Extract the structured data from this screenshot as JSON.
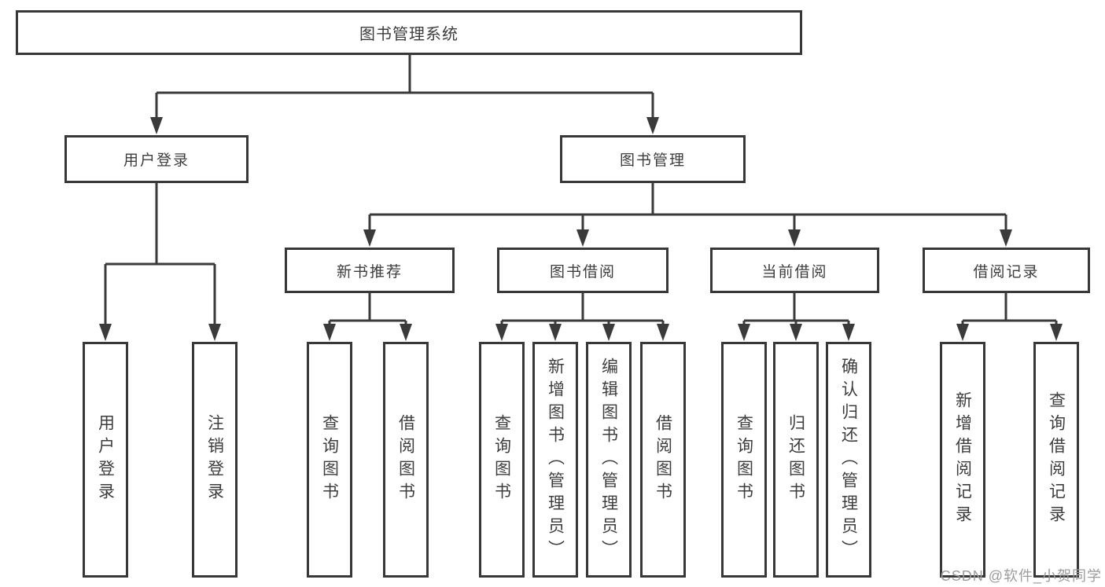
{
  "diagram": {
    "title": "图书管理系统",
    "root": {
      "label": "图书管理系统"
    },
    "level2": [
      {
        "id": "user-login",
        "label": "用户登录"
      },
      {
        "id": "book-management",
        "label": "图书管理"
      }
    ],
    "level3": [
      {
        "id": "new-book-recommend",
        "label": "新书推荐",
        "parent": "图书管理"
      },
      {
        "id": "book-borrowing",
        "label": "图书借阅",
        "parent": "图书管理"
      },
      {
        "id": "current-borrowing",
        "label": "当前借阅",
        "parent": "图书管理"
      },
      {
        "id": "borrowing-records",
        "label": "借阅记录",
        "parent": "图书管理"
      }
    ],
    "leaves": [
      {
        "id": "leaf-user-login",
        "label": "用户登录",
        "parent": "用户登录"
      },
      {
        "id": "leaf-logout",
        "label": "注销登录",
        "parent": "用户登录"
      },
      {
        "id": "leaf-query-book-recommend",
        "label": "查询图书",
        "parent": "新书推荐"
      },
      {
        "id": "leaf-borrow-book-recommend",
        "label": "借阅图书",
        "parent": "新书推荐"
      },
      {
        "id": "leaf-query-book-borrowing",
        "label": "查询图书",
        "parent": "图书借阅"
      },
      {
        "id": "leaf-add-book-admin",
        "label": "新增图书（管理员）",
        "parent": "图书借阅"
      },
      {
        "id": "leaf-edit-book-admin",
        "label": "编辑图书（管理员）",
        "parent": "图书借阅"
      },
      {
        "id": "leaf-borrow-book-borrowing",
        "label": "借阅图书",
        "parent": "图书借阅"
      },
      {
        "id": "leaf-query-book-current",
        "label": "查询图书",
        "parent": "当前借阅"
      },
      {
        "id": "leaf-return-book",
        "label": "归还图书",
        "parent": "当前借阅"
      },
      {
        "id": "leaf-confirm-return-admin",
        "label": "确认归还（管理员）",
        "parent": "当前借阅"
      },
      {
        "id": "leaf-add-borrow-record",
        "label": "新增借阅记录",
        "parent": "借阅记录"
      },
      {
        "id": "leaf-query-borrow-record",
        "label": "查询借阅记录",
        "parent": "借阅记录"
      }
    ]
  },
  "watermark": {
    "text": "CSDN @软件_小贺同学"
  },
  "colors": {
    "line": "#3a3a3a",
    "border": "#383838",
    "text": "#3d3d3d",
    "watermark": "#9c9c9c",
    "background": "#ffffff"
  }
}
